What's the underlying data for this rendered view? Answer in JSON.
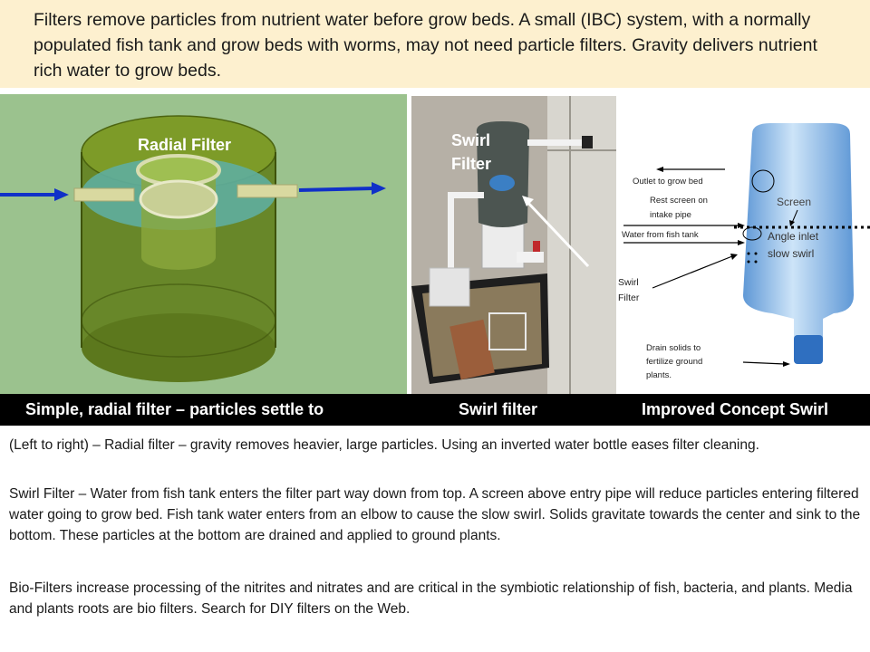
{
  "banner": {
    "text": "Filters remove particles from nutrient water before grow beds. A small (IBC) system, with a normally populated fish tank and grow beds with worms, may not need particle filters. Gravity delivers nutrient rich water to grow beds."
  },
  "radial_panel": {
    "label": "Radial Filter",
    "caption": "Simple, radial filter – particles settle to"
  },
  "swirl_panel": {
    "label_line1": "Swirl",
    "label_line2": "Filter",
    "caption": "Swirl filter"
  },
  "concept_panel": {
    "caption": "Improved Concept Swirl",
    "labels": {
      "outlet": "Outlet  to grow bed",
      "rest_screen_1": "Rest screen on",
      "rest_screen_2": "intake pipe",
      "water_from": "Water from fish tank",
      "swirl_1": "Swirl",
      "swirl_2": "Filter",
      "drain_1": "Drain solids to",
      "drain_2": "fertilize ground",
      "drain_3": "plants.",
      "screen": "Screen",
      "angle_1": "Angle inlet",
      "angle_2": "slow swirl"
    }
  },
  "paragraphs": {
    "p1": "(Left to right) – Radial filter – gravity removes heavier, large particles. Using an inverted water bottle eases filter cleaning.",
    "p2": "Swirl Filter – Water from fish tank enters the filter part way down from top. A screen above entry pipe will reduce particles entering filtered water going to grow bed. Fish tank water enters from an elbow to cause the slow swirl. Solids gravitate towards the center and sink to the bottom. These particles at the bottom are drained and applied to ground plants.",
    "p3": "Bio-Filters increase processing of the nitrites and nitrates and are critical in the symbiotic relationship of  fish, bacteria, and plants. Media and plants roots are bio filters. Search for DIY filters on the Web."
  },
  "colors": {
    "banner_bg": "#fdf0cf",
    "radial_bg": "#9bc28e",
    "tank_green": "#6f8f1f",
    "ring_teal": "#5fae9e",
    "arrow_blue": "#1030c8",
    "caption_bg": "#000000",
    "bottle_blue": "#7fb2e6"
  }
}
